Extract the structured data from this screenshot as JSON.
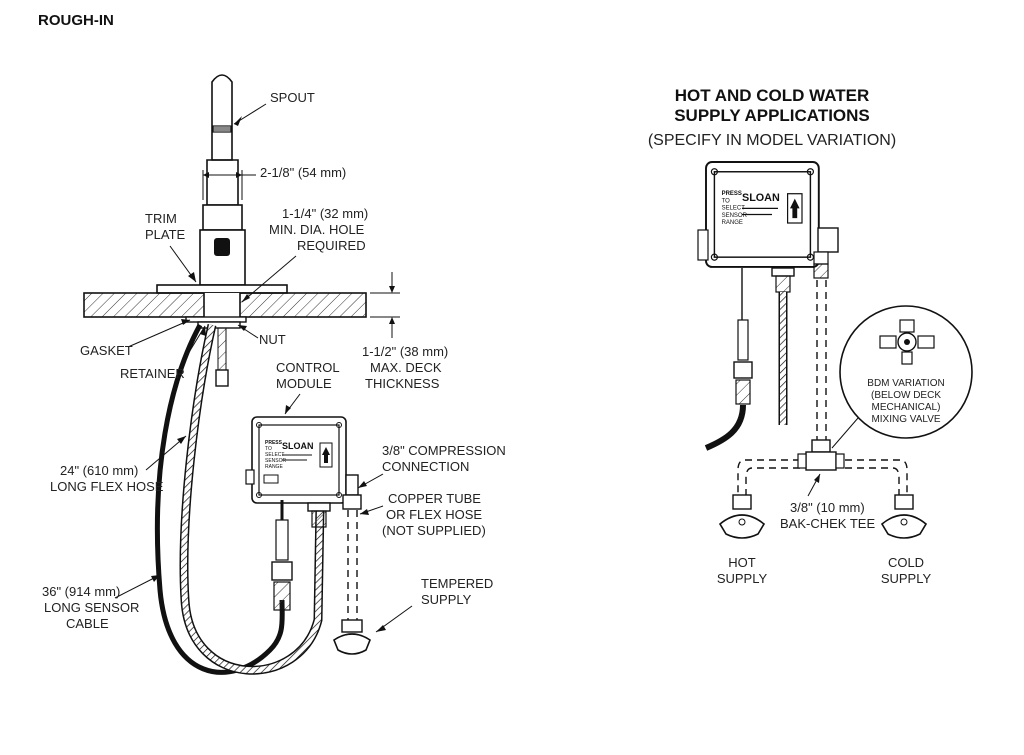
{
  "page": {
    "heading": "ROUGH-IN"
  },
  "left_diagram": {
    "spout": "SPOUT",
    "spout_width": "2-1/8\" (54 mm)",
    "trim_plate": [
      "TRIM",
      "PLATE"
    ],
    "hole": [
      "1-1/4\" (32 mm)",
      "MIN. DIA. HOLE",
      "REQUIRED"
    ],
    "gasket": "GASKET",
    "nut": "NUT",
    "retainer": "RETAINER",
    "deck": [
      "1-1/2\" (38 mm)",
      "MAX. DECK",
      "THICKNESS"
    ],
    "control_module": [
      "CONTROL",
      "MODULE"
    ],
    "flex_hose": [
      "24\" (610 mm)",
      "LONG FLEX HOSE"
    ],
    "compression": [
      "3/8\" COMPRESSION",
      "CONNECTION"
    ],
    "copper_tube": [
      "COPPER TUBE",
      "OR FLEX HOSE",
      "(NOT SUPPLIED)"
    ],
    "tempered": [
      "TEMPERED",
      "SUPPLY"
    ],
    "sensor_cable": [
      "36\" (914 mm)",
      "LONG SENSOR",
      "CABLE"
    ]
  },
  "right_diagram": {
    "title": [
      "HOT AND COLD WATER",
      "SUPPLY APPLICATIONS"
    ],
    "subtitle": "(SPECIFY IN MODEL VARIATION)",
    "bdm": [
      "BDM VARIATION",
      "(BELOW DECK",
      "MECHANICAL)",
      "MIXING VALVE"
    ],
    "tee": [
      "3/8\" (10 mm)",
      "BAK-CHEK TEE"
    ],
    "hot": [
      "HOT",
      "SUPPLY"
    ],
    "cold": [
      "COLD",
      "SUPPLY"
    ]
  },
  "module": {
    "brand": "SLOAN",
    "press_lines": [
      "PRESS",
      "TO",
      "SELECT",
      "SENSOR",
      "RANGE"
    ]
  }
}
